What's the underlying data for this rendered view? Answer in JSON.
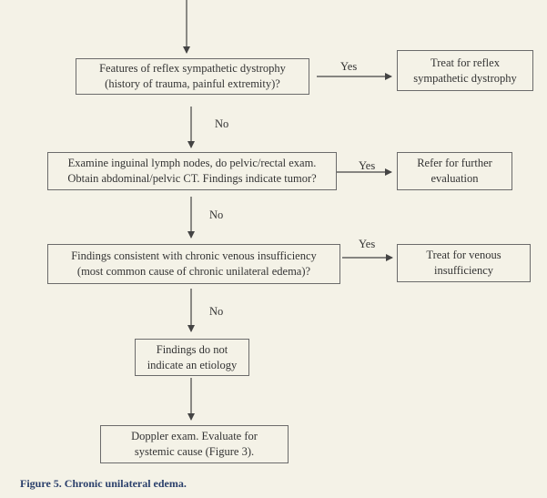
{
  "nodes": {
    "rsd_question": {
      "lines": [
        "Features of reflex sympathetic dystrophy",
        "(history of trauma, painful extremity)?"
      ]
    },
    "rsd_treat": {
      "lines": [
        "Treat for reflex",
        "sympathetic dystrophy"
      ]
    },
    "tumor_question": {
      "lines": [
        "Examine inguinal lymph nodes, do pelvic/rectal exam.",
        "Obtain abdominal/pelvic CT.  Findings indicate tumor?"
      ]
    },
    "tumor_refer": {
      "lines": [
        "Refer for further",
        "evaluation"
      ]
    },
    "venous_question": {
      "lines": [
        "Findings consistent with chronic venous insufficiency",
        "(most common cause of chronic unilateral edema)?"
      ]
    },
    "venous_treat": {
      "lines": [
        "Treat for venous",
        "insufficiency"
      ]
    },
    "no_etiology": {
      "lines": [
        "Findings do not",
        "indicate an etiology"
      ]
    },
    "doppler": {
      "lines": [
        "Doppler exam.  Evaluate for",
        "systemic cause (Figure 3)."
      ]
    }
  },
  "edges": {
    "yes_1": "Yes",
    "no_1": "No",
    "yes_2": "Yes",
    "no_2": "No",
    "yes_3": "Yes",
    "no_3": "No"
  },
  "caption": "Figure 5. Chronic unilateral edema.",
  "colors": {
    "background": "#f4f2e7",
    "border": "#6b6b6b",
    "text": "#333333",
    "caption": "#2a3f6b",
    "arrow": "#444444"
  }
}
